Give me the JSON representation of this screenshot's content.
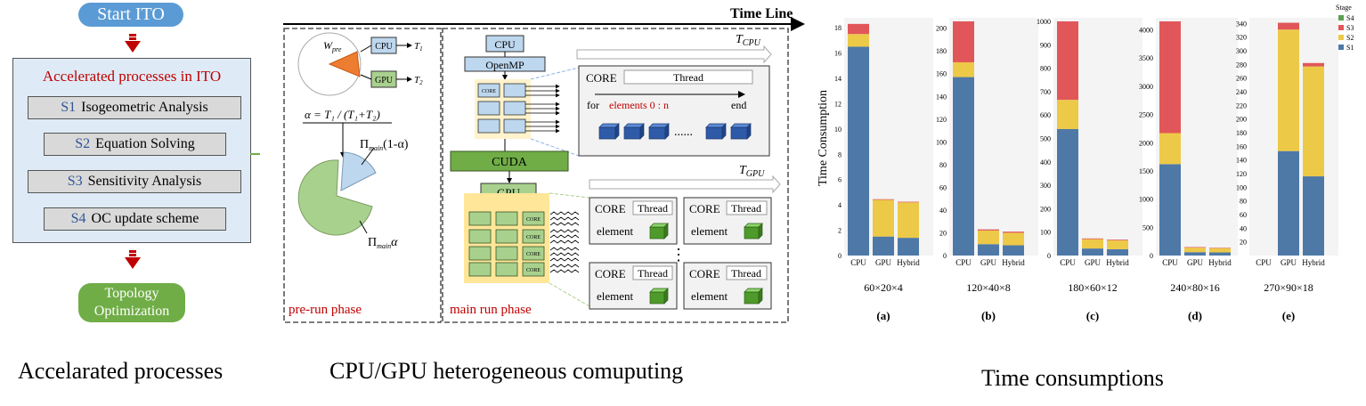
{
  "left": {
    "start": "Start ITO",
    "box_title": "Accelerated processes in ITO",
    "steps": [
      {
        "code": "S1",
        "label": "Isogeometric Analysis"
      },
      {
        "code": "S2",
        "label": "Equation Solving"
      },
      {
        "code": "S3",
        "label": "Sensitivity Analysis"
      },
      {
        "code": "S4",
        "label": "OC update scheme"
      }
    ],
    "end_line1": "Topology",
    "end_line2": "Optimization",
    "caption": "Accelarated processes"
  },
  "middle": {
    "timeline": "Time Line",
    "t_cpu": "T",
    "t_cpu_sub": "CPU",
    "t_gpu": "T",
    "t_gpu_sub": "GPU",
    "wpre": "W",
    "wpre_sub": "pre",
    "cpu": "CPU",
    "gpu": "GPU",
    "t1": "T",
    "t1_sub": "1",
    "t2": "T",
    "t2_sub": "2",
    "alpha_formula": "α = T₁ / (T₁+T₂)",
    "pi_main_one_minus": "Π",
    "pi_main_one_minus_sub": "main",
    "pi_main_one_minus_tail": "(1-α)",
    "pi_main_alpha": "Π",
    "pi_main_alpha_sub": "main",
    "pi_main_alpha_tail": "α",
    "openmp": "OpenMP",
    "core": "CORE",
    "thread": "Thread",
    "loop_for": "for",
    "loop_range": "elements  0 : n",
    "loop_end": "end",
    "dots": "......",
    "cuda": "CUDA",
    "element": "element",
    "vdots": "⋮",
    "prerun": "pre-run phase",
    "mainrun": "main run phase",
    "caption": "CPU/GPU heterogeneous comuputing"
  },
  "colors": {
    "blue_pill": "#5b9bd5",
    "green_pill": "#70ad47",
    "s1": "#4e79a7",
    "s2": "#edc948",
    "s3": "#e15759",
    "s4": "#59a14f",
    "red_text": "#c00000"
  },
  "chart_data": {
    "type": "bar",
    "stacked": true,
    "ylabel": "Time Consumption",
    "legend": {
      "title": "Stage",
      "entries": [
        "S4",
        "S3",
        "S2",
        "S1"
      ],
      "placement": "top-right"
    },
    "caption": "Time consumptions",
    "panels": [
      {
        "id": "(a)",
        "mesh": "60×20×4",
        "categories": [
          "CPU",
          "GPU",
          "Hybrid"
        ],
        "ylim": [
          0,
          18.5
        ],
        "yticks": [
          0,
          2,
          4,
          6,
          8,
          10,
          12,
          14,
          16,
          18
        ],
        "series": [
          {
            "name": "S1",
            "values": [
              16.5,
              1.5,
              1.4
            ]
          },
          {
            "name": "S2",
            "values": [
              1.0,
              2.9,
              2.8
            ]
          },
          {
            "name": "S3",
            "values": [
              0.8,
              0.05,
              0.05
            ]
          },
          {
            "name": "S4",
            "values": [
              0,
              0,
              0
            ]
          }
        ]
      },
      {
        "id": "(b)",
        "mesh": "120×40×8",
        "categories": [
          "CPU",
          "GPU",
          "Hybrid"
        ],
        "ylim": [
          0,
          206
        ],
        "yticks": [
          0,
          20,
          40,
          60,
          80,
          100,
          120,
          140,
          160,
          180,
          200
        ],
        "series": [
          {
            "name": "S1",
            "values": [
              157,
              10,
              9
            ]
          },
          {
            "name": "S2",
            "values": [
              13,
              12,
              11
            ]
          },
          {
            "name": "S3",
            "values": [
              36,
              1,
              1
            ]
          },
          {
            "name": "S4",
            "values": [
              0,
              0,
              0
            ]
          }
        ]
      },
      {
        "id": "(c)",
        "mesh": "180×60×12",
        "categories": [
          "CPU",
          "GPU",
          "Hybrid"
        ],
        "ylim": [
          0,
          1000
        ],
        "yticks": [
          0,
          100,
          200,
          300,
          400,
          500,
          600,
          700,
          800,
          900,
          1000
        ],
        "series": [
          {
            "name": "S1",
            "values": [
              540,
              30,
              27
            ]
          },
          {
            "name": "S2",
            "values": [
              125,
              40,
              38
            ]
          },
          {
            "name": "S3",
            "values": [
              335,
              3,
              3
            ]
          },
          {
            "name": "S4",
            "values": [
              0,
              0,
              0
            ]
          }
        ]
      },
      {
        "id": "(d)",
        "mesh": "240×80×16",
        "categories": [
          "CPU",
          "GPU",
          "Hybrid"
        ],
        "ylim": [
          0,
          4150
        ],
        "yticks": [
          0,
          500,
          1000,
          1500,
          2000,
          2500,
          3000,
          3500,
          4000
        ],
        "series": [
          {
            "name": "S1",
            "values": [
              1620,
              60,
              55
            ]
          },
          {
            "name": "S2",
            "values": [
              550,
              80,
              75
            ]
          },
          {
            "name": "S3",
            "values": [
              1980,
              10,
              8
            ]
          },
          {
            "name": "S4",
            "values": [
              0,
              0,
              0
            ]
          }
        ]
      },
      {
        "id": "(e)",
        "mesh": "270×90×18",
        "categories": [
          "CPU",
          "GPU",
          "Hybrid"
        ],
        "ylim": [
          0,
          343
        ],
        "yticks": [
          20,
          40,
          60,
          80,
          100,
          120,
          140,
          160,
          180,
          200,
          220,
          240,
          260,
          280,
          300,
          320,
          340
        ],
        "series": [
          {
            "name": "S1",
            "values": [
              0,
              153,
              116
            ]
          },
          {
            "name": "S2",
            "values": [
              0,
              178,
              161
            ]
          },
          {
            "name": "S3",
            "values": [
              0,
              10,
              5
            ]
          },
          {
            "name": "S4",
            "values": [
              0,
              0,
              0
            ]
          }
        ]
      }
    ]
  }
}
